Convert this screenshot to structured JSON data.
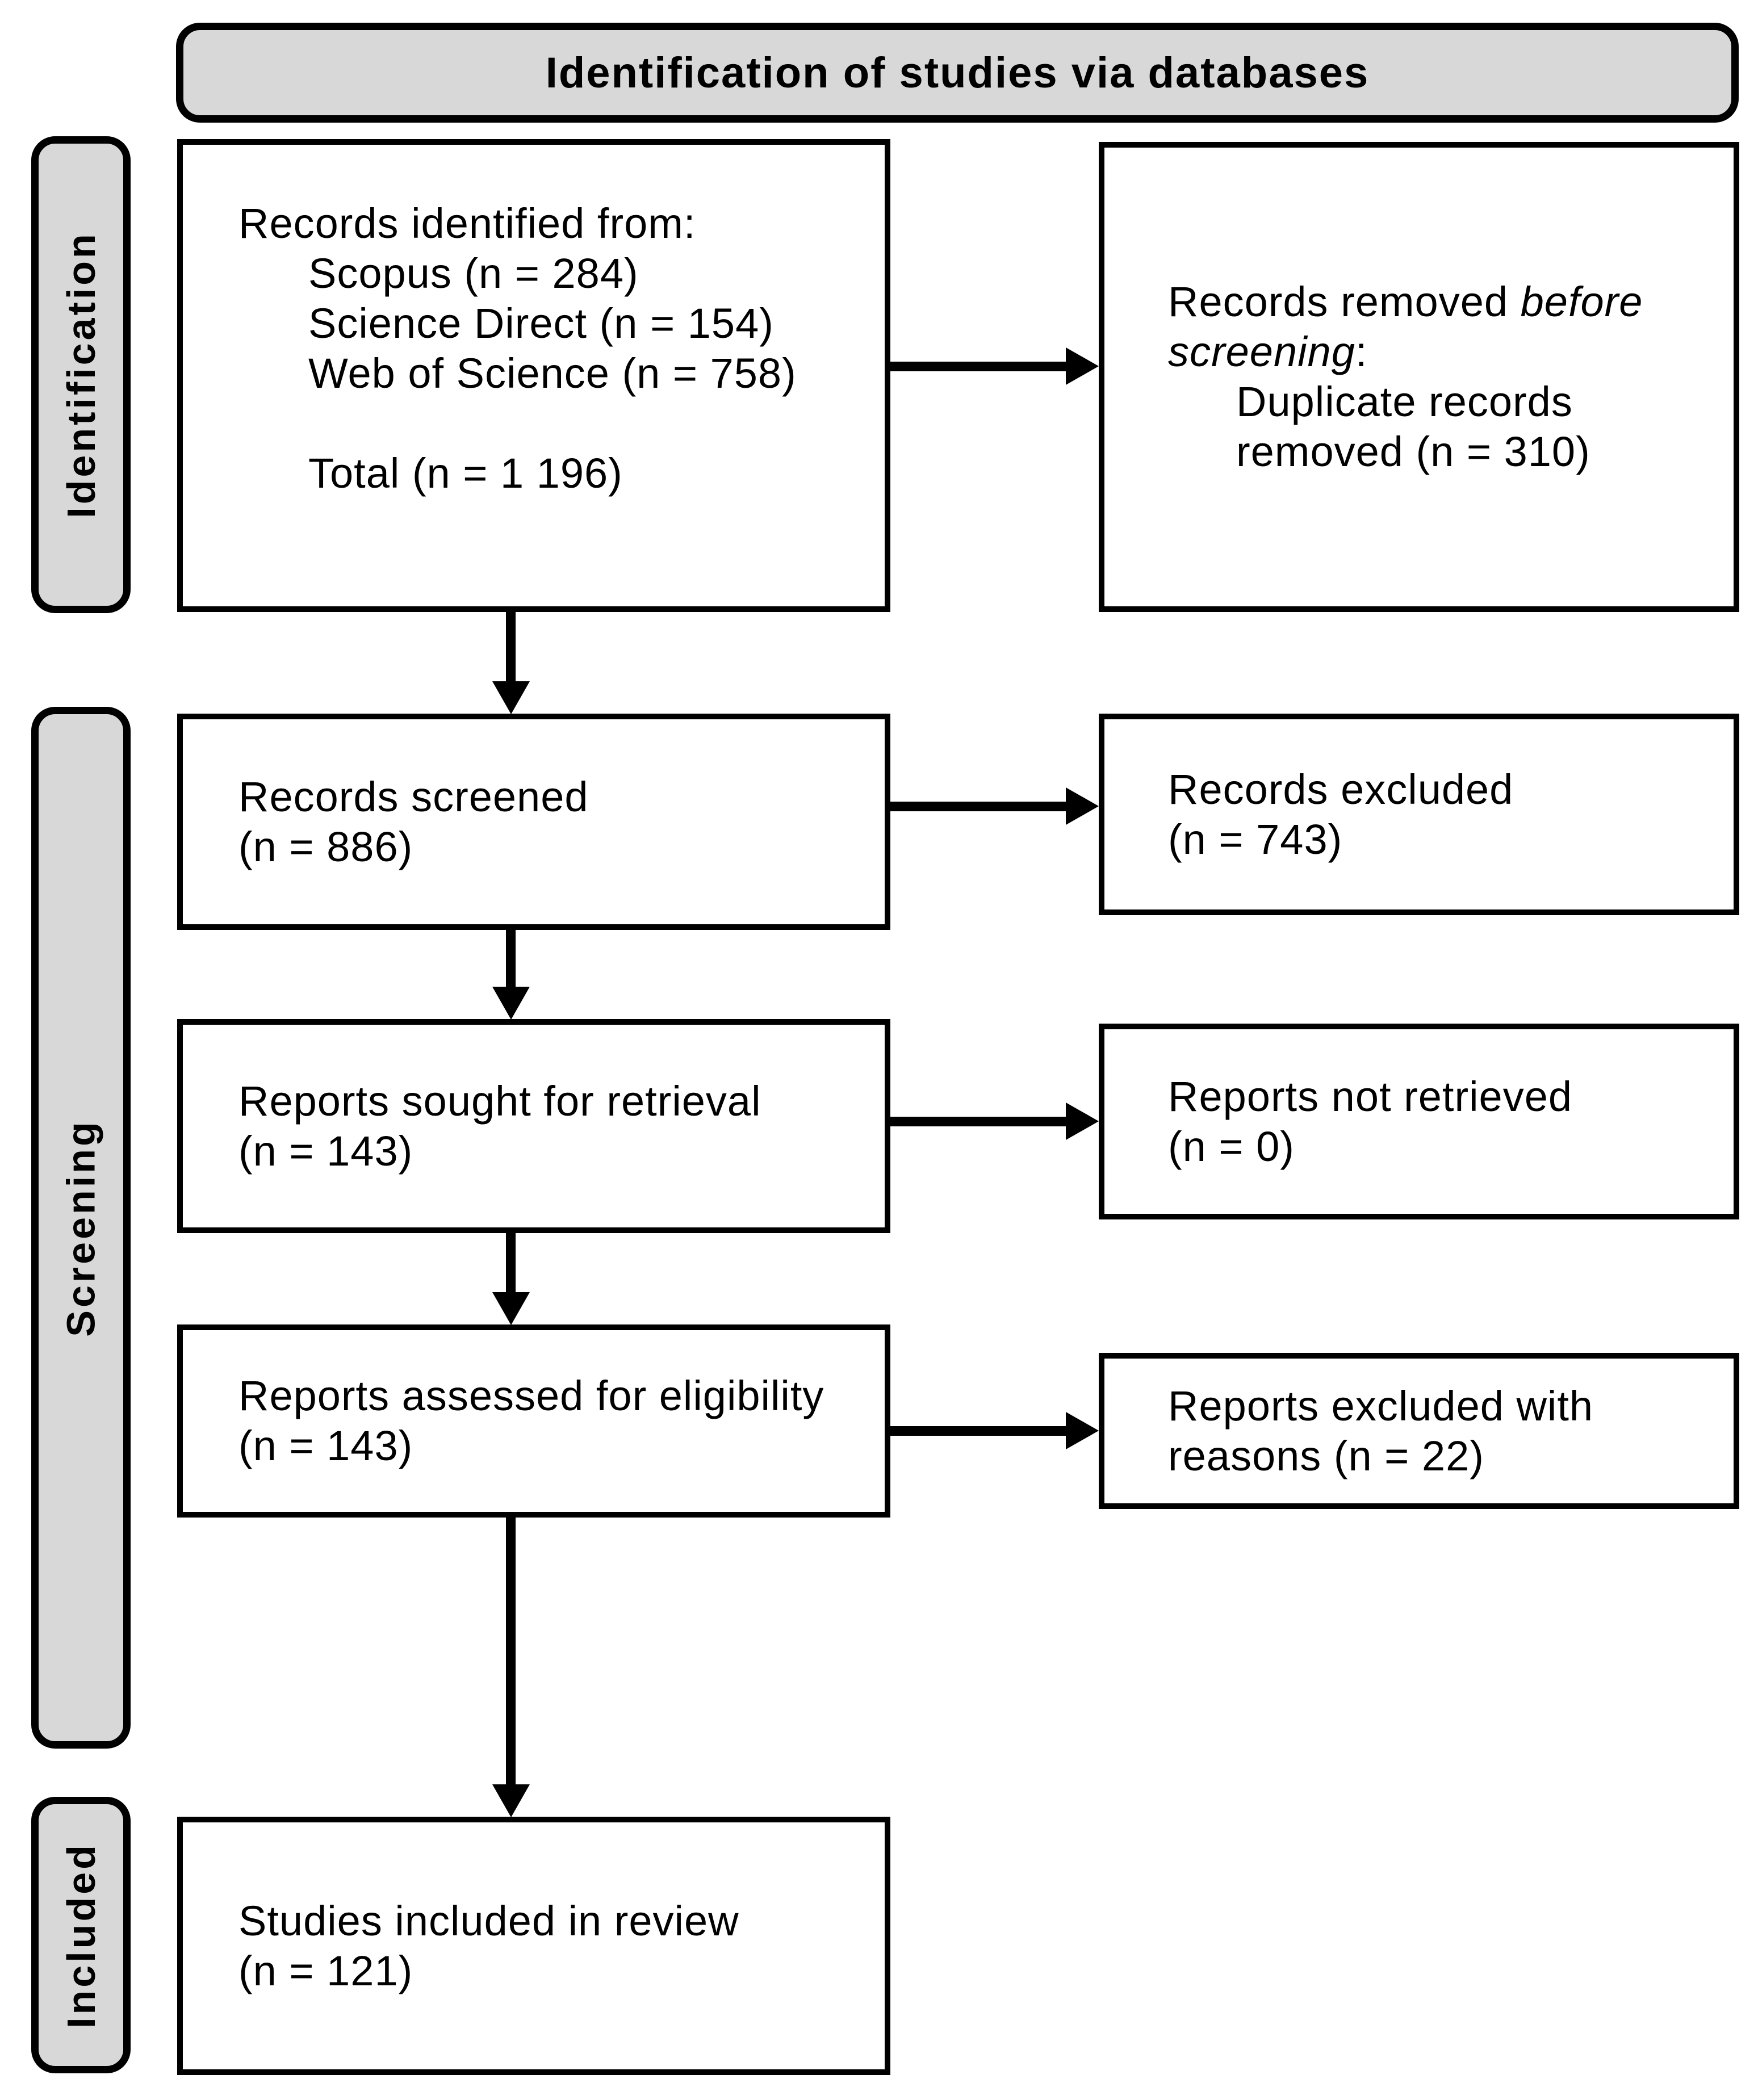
{
  "page": {
    "background": "#ffffff",
    "bar_fill": "#d8d8d8",
    "line_color": "#000000"
  },
  "header": {
    "title": "Identification of studies via databases"
  },
  "sidebar": {
    "identification": "Identification",
    "screening": "Screening",
    "included": "Included"
  },
  "boxes": {
    "identified": {
      "intro": "Records identified from:",
      "sources": [
        "Scopus (n = 284)",
        "Science Direct (n = 154)",
        "Web of Science (n = 758)"
      ],
      "total": "Total (n = 1 196)"
    },
    "removed": {
      "line1_normal": "Records removed ",
      "line1_italic": "before",
      "line2_italic": "screening",
      "line2_colon": ":",
      "detail_line1": "Duplicate records",
      "detail_line2": "removed (n = 310)"
    },
    "screened": {
      "line1": "Records screened",
      "line2": "(n = 886)"
    },
    "excluded": {
      "line1": "Records excluded",
      "line2": "(n = 743)"
    },
    "sought": {
      "line1": "Reports sought for retrieval",
      "line2": "(n = 143)"
    },
    "not_retrieved": {
      "line1": "Reports not retrieved",
      "line2": "(n = 0)"
    },
    "assessed": {
      "line1": "Reports assessed for eligibility",
      "line2": "(n = 143)"
    },
    "excluded_reasons": {
      "line1": "Reports excluded with",
      "line2": "reasons (n = 22)"
    },
    "included_review": {
      "line1": "Studies included in review",
      "line2": "(n = 121)"
    }
  }
}
